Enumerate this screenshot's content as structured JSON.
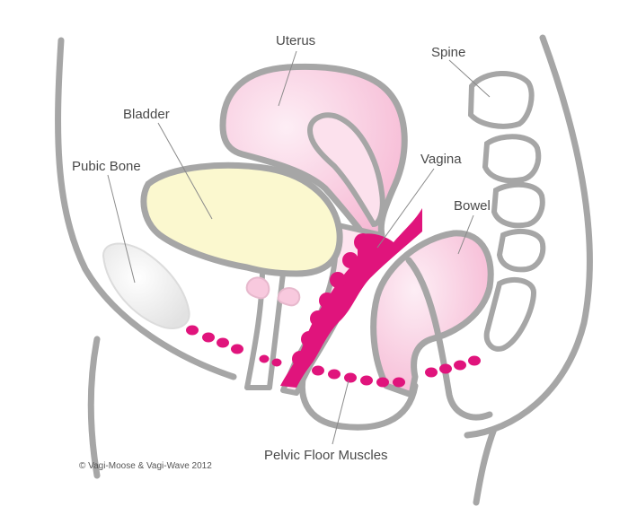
{
  "labels": {
    "uterus": "Uterus",
    "spine": "Spine",
    "bladder": "Bladder",
    "vagina": "Vagina",
    "pubic_bone": "Pubic Bone",
    "bowel": "Bowel",
    "pelvic_floor": "Pelvic Floor Muscles"
  },
  "copyright": "© Vagi-Moose & Vagi-Wave 2012",
  "colors": {
    "outline": "#a6a6a6",
    "uterus_fill": "#f8c9de",
    "bladder_fill": "#fbf8cf",
    "bone_fill": "#ededed",
    "muscle": "#e0147c",
    "leader": "#8a8a8a"
  }
}
